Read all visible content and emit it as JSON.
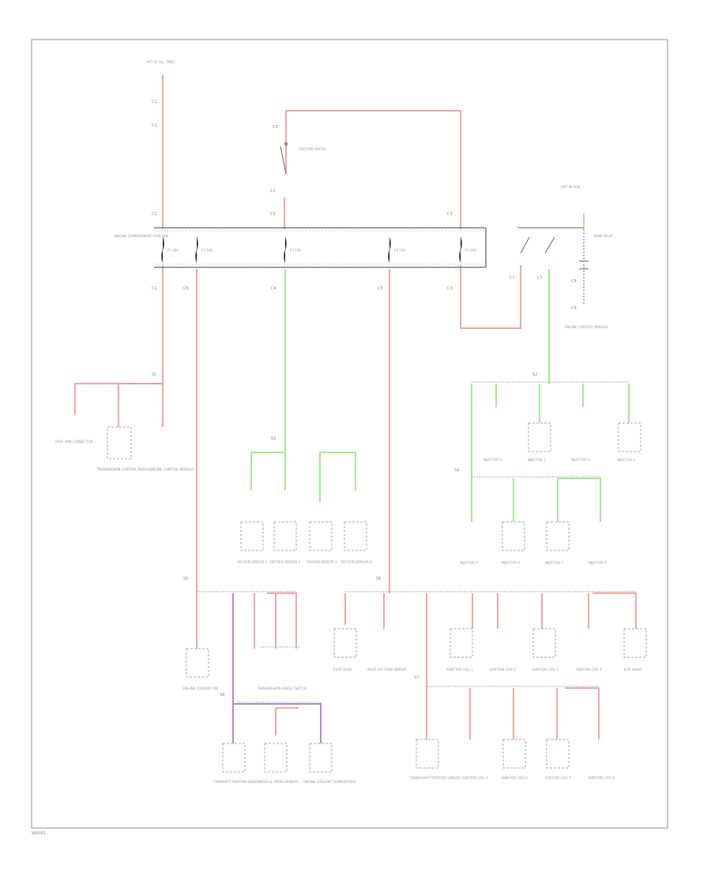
{
  "diagram": {
    "footer_code": "W0041",
    "colors": {
      "red": "#f4a6a6",
      "green": "#a3ea93",
      "purple": "#b688cc",
      "frame": "#8f8f8f",
      "bus": "#9a9a9a",
      "wire_dark": "#666666"
    },
    "top_labels": {
      "hot_at_all_times": "HOT AT ALL TIMES",
      "hot_in_run": "HOT IN RUN",
      "engine_fuse_box": "ENGINE COMPARTMENT FUSE BOX",
      "ignition_switch": "IGNITION SWITCH",
      "main_relay": "MAIN RELAY",
      "engine_control_module": "ENGINE CONTROL MODULE"
    },
    "fuses": [
      "F1 20A",
      "F2 10A",
      "F3 15A",
      "F4 15A",
      "F5 20A"
    ],
    "left_components": [
      "DATA LINK CONNECTOR",
      "TRANSMISSION CONTROL MODULE",
      "ENGINE CONTROL MODULE"
    ],
    "o2_sensors": [
      "OXYGEN SENSOR 1",
      "OXYGEN SENSOR 2",
      "OXYGEN SENSOR 3",
      "OXYGEN SENSOR 4"
    ],
    "injectors_top": [
      "INJECTOR 1",
      "INJECTOR 2",
      "INJECTOR 3",
      "INJECTOR 4"
    ],
    "injectors_bottom": [
      "INJECTOR 5",
      "INJECTOR 6",
      "INJECTOR 7",
      "INJECTOR 8"
    ],
    "lower_left": {
      "engine_cooling_fan": "ENGINE COOLING FAN",
      "transmission_range": "TRANSMISSION RANGE SWITCH",
      "bottom": [
        "CAMSHAFT POSITION SENSOR",
        "VEHICLE SPEED SENSOR",
        "ENGINE COOLANT TEMPERATURE"
      ]
    },
    "lower_right": {
      "row1": [
        "EVAP VALVE",
        "MASS AIR FLOW SENSOR",
        "IGNITION COIL 1",
        "IGNITION COIL 2",
        "IGNITION COIL 3",
        "IGNITION COIL 4",
        "EGR VALVE"
      ],
      "row2": [
        "CRANKSHAFT POSITION SENSOR",
        "IGNITION COIL 5",
        "IGNITION COIL 6",
        "IGNITION COIL 7",
        "IGNITION COIL 8"
      ]
    }
  }
}
